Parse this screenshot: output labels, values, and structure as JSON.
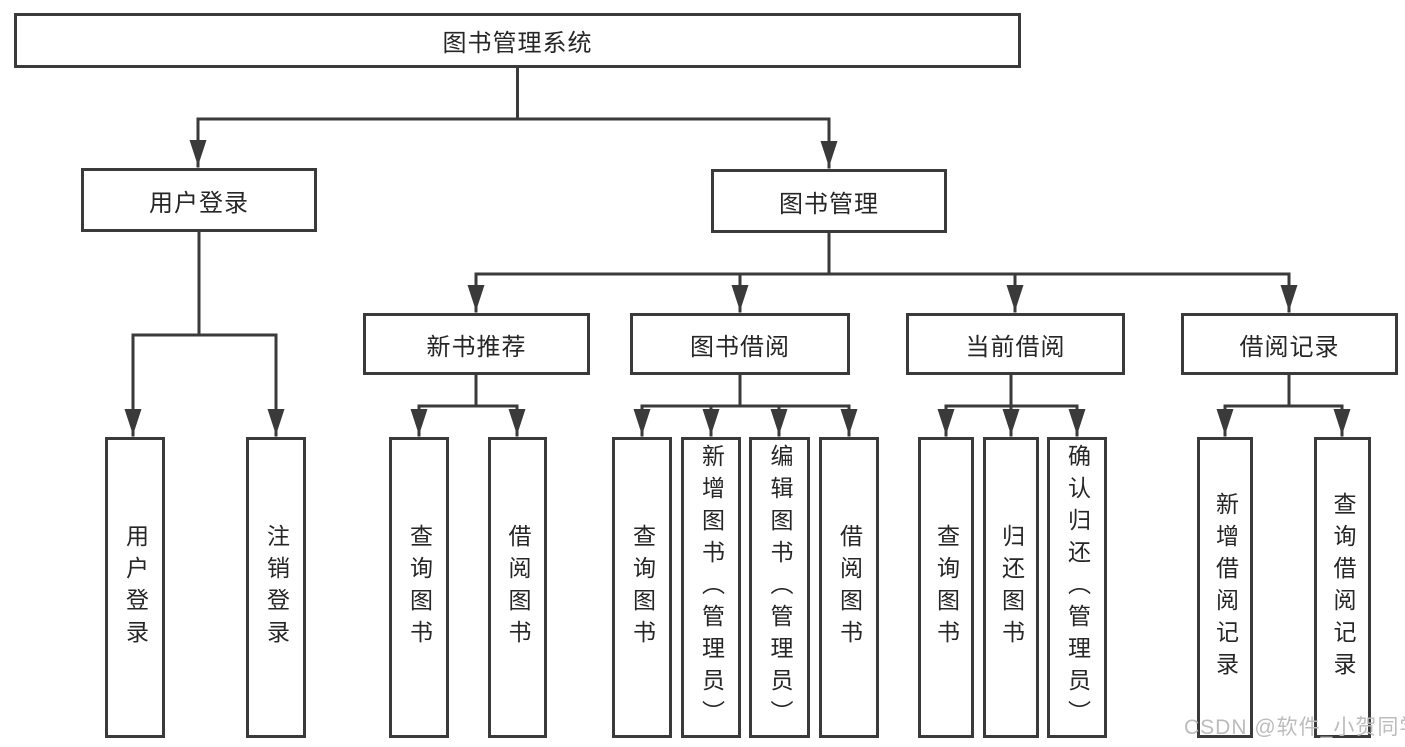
{
  "colors": {
    "line": "#3a3a3a",
    "text": "#262626",
    "background": "#ffffff",
    "watermark": "#bcbcbc"
  },
  "watermark": {
    "text": "CSDN @软件_小贺同学"
  },
  "tree": {
    "root": {
      "label": "图书管理系统",
      "children": [
        {
          "label": "用户登录",
          "children": [
            {
              "label": "用户登录"
            },
            {
              "label": "注销登录"
            }
          ]
        },
        {
          "label": "图书管理",
          "children": [
            {
              "label": "新书推荐",
              "children": [
                {
                  "label": "查询图书"
                },
                {
                  "label": "借阅图书"
                }
              ]
            },
            {
              "label": "图书借阅",
              "children": [
                {
                  "label": "查询图书"
                },
                {
                  "label": "新增图书（管理员）"
                },
                {
                  "label": "编辑图书（管理员）"
                },
                {
                  "label": "借阅图书"
                }
              ]
            },
            {
              "label": "当前借阅",
              "children": [
                {
                  "label": "查询图书"
                },
                {
                  "label": "归还图书"
                },
                {
                  "label": "确认归还（管理员）"
                }
              ]
            },
            {
              "label": "借阅记录",
              "children": [
                {
                  "label": "新增借阅记录"
                },
                {
                  "label": "查询借阅记录"
                }
              ]
            }
          ]
        }
      ]
    }
  }
}
